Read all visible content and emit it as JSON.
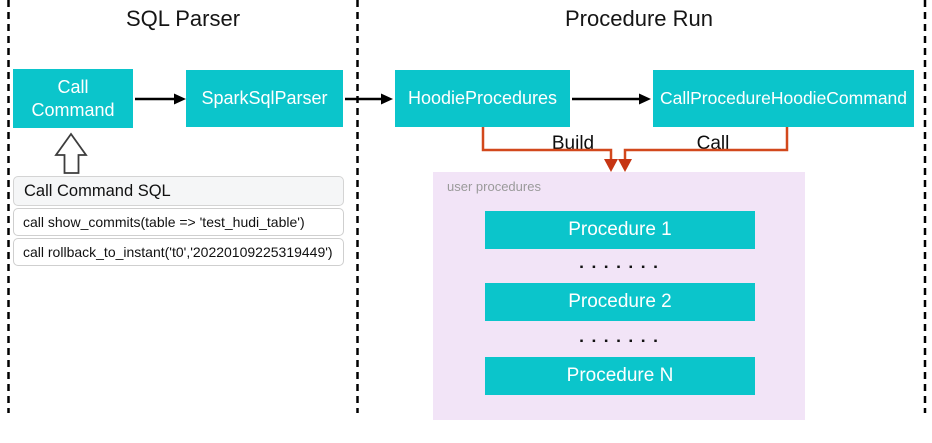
{
  "sections": {
    "left_title": "SQL Parser",
    "right_title": "Procedure Run"
  },
  "nodes": {
    "call_command": "Call Command",
    "spark_sql_parser": "SparkSqlParser",
    "hoodie_procedures": "HoodieProcedures",
    "call_procedure_hoodie_command": "CallProcedureHoodieCommand"
  },
  "edge_labels": {
    "build": "Build",
    "call": "Call"
  },
  "sql_panel": {
    "header": "Call Command SQL",
    "rows": [
      "call show_commits(table => 'test_hudi_table')",
      "call rollback_to_instant('t0','20220109225319449')"
    ]
  },
  "user_procedures": {
    "label": "user procedures",
    "items": [
      "Procedure 1",
      "Procedure 2",
      "Procedure N"
    ],
    "ellipsis": "▪ ▪ ▪ ▪ ▪ ▪ ▪"
  },
  "colors": {
    "teal": "#0BC5CB",
    "connector_orange": "#D2481C",
    "arrow_red": "#C63514",
    "purple_bg": "#F2E4F7",
    "header_bg": "#F5F6F7",
    "border_gray": "#D4D4D4",
    "muted_text": "#9A9A9A"
  }
}
